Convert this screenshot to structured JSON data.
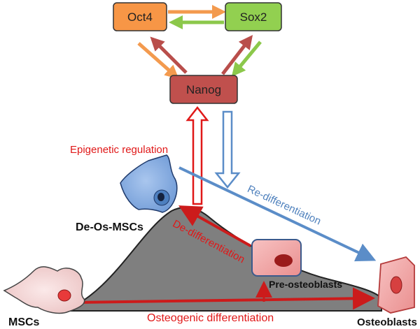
{
  "nodes": {
    "oct4": "Oct4",
    "sox2": "Sox2",
    "nanog": "Nanog"
  },
  "cells": {
    "msc": "MSCs",
    "de_os_msc": "De-Os-MSCs",
    "pre_osteoblast": "Pre-osteoblasts",
    "osteoblast": "Osteoblasts"
  },
  "arrows": {
    "epigenetic": "Epigenetic regulation",
    "re_diff": "Re-differentiation",
    "de_diff": "De-differentiation",
    "osteogenic": "Osteogenic differentiation"
  },
  "colors": {
    "oct4": "#f79646",
    "sox2": "#92d050",
    "nanog": "#c0504d",
    "red_arrow": "#e01818",
    "blue_arrow": "#4f81bd",
    "hill": "#7f7f7f"
  }
}
